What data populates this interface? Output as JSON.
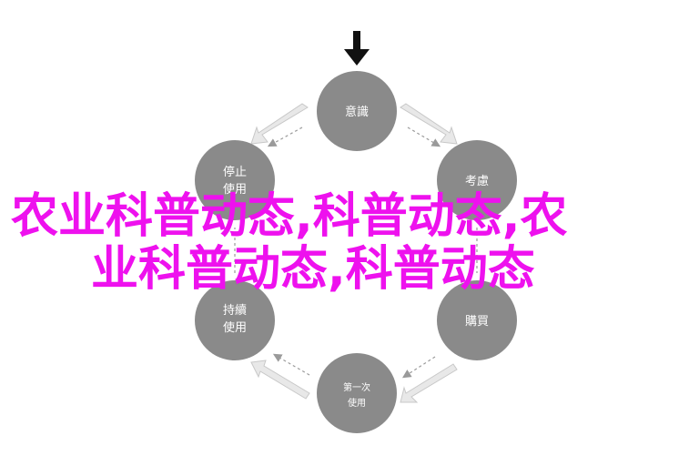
{
  "diagram": {
    "nodes": [
      {
        "id": "awareness",
        "lines": [
          "意識"
        ]
      },
      {
        "id": "consideration",
        "lines": [
          "考慮"
        ]
      },
      {
        "id": "purchase",
        "lines": [
          "購買"
        ]
      },
      {
        "id": "first-use",
        "lines": [
          "第一次",
          "使用"
        ]
      },
      {
        "id": "continued-use",
        "lines": [
          "持續",
          "使用"
        ]
      },
      {
        "id": "stop-use",
        "lines": [
          "停止",
          "使用"
        ]
      }
    ],
    "colors": {
      "node": "#8a8a8a",
      "arrow_fill": "#e8e8e8",
      "arrow_stroke": "#c8c8c8",
      "dashed": "#9a9a9a",
      "entry_arrow": "#111111",
      "overlay_text": "#ee11ee"
    }
  },
  "overlay": {
    "line1": "农业科普动态,科普动态,农",
    "line2": "业科普动态,科普动态"
  }
}
